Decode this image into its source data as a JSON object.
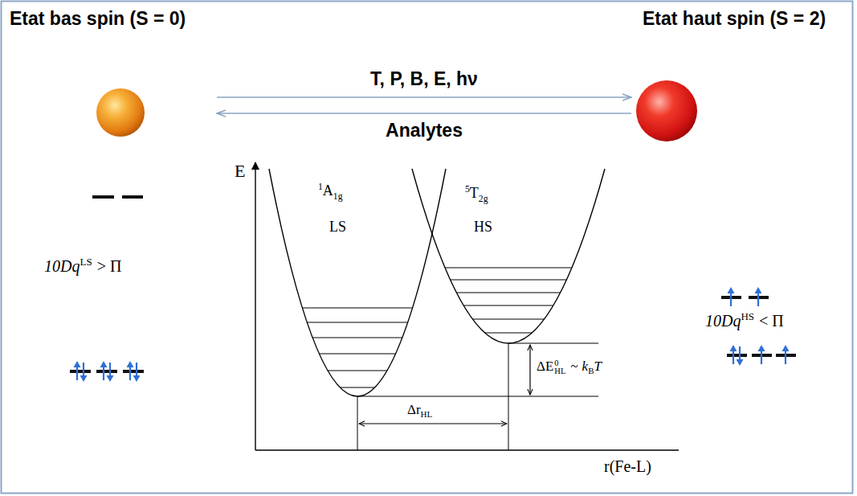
{
  "diagram": {
    "nodes": [
      {
        "text": [
          "Etat bas spin (S = 0)"
        ]
      },
      {
        "text": [
          "Etat haut spin (S = 2)"
        ]
      }
    ],
    "edges": [
      {
        "from": 0,
        "to": 1,
        "arrow": "to",
        "label": "T, P, B, E, hν"
      },
      {
        "from": 1,
        "to": 0,
        "arrow": "to",
        "label": "Analytes"
      }
    ],
    "labels": [
      "10Dq",
      "LS",
      "> Π",
      "E",
      "1",
      "A",
      "1g",
      "LS",
      "5",
      "T",
      "2g",
      "HS",
      "ΔE",
      "0",
      "HL",
      "~",
      "k",
      "B",
      "T",
      "Δr",
      "HL",
      "r(Fe-L)",
      "10Dq",
      "HS",
      "< Π"
    ]
  }
}
